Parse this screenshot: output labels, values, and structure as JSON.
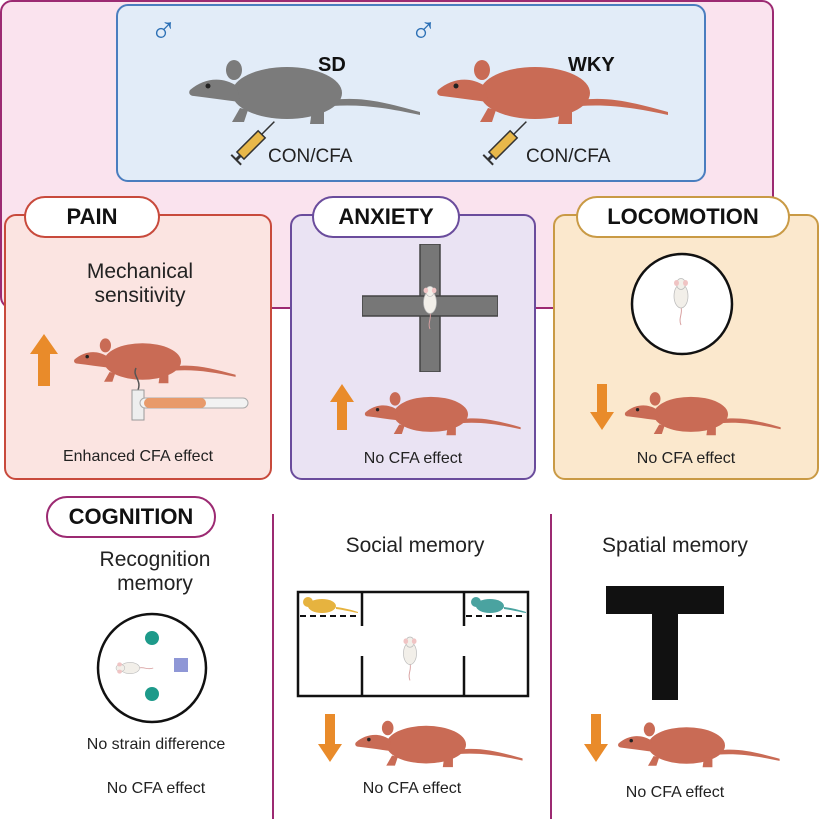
{
  "top": {
    "sd": {
      "strain": "SD",
      "sex_symbol": "♂",
      "treatment": "CON/CFA"
    },
    "wky": {
      "strain": "WKY",
      "sex_symbol": "♂",
      "treatment": "CON/CFA"
    }
  },
  "pain": {
    "label": "PAIN",
    "title": "Mechanical sensitivity",
    "result": "Enhanced CFA effect",
    "arrow": "up"
  },
  "anxiety": {
    "label": "ANXIETY",
    "result": "No CFA effect",
    "arrow": "up"
  },
  "locomotion": {
    "label": "LOCOMOTION",
    "result": "No CFA effect",
    "arrow": "down"
  },
  "cognition": {
    "label": "COGNITION",
    "recognition": {
      "title": "Recognition memory",
      "strain_note": "No strain difference",
      "result": "No CFA effect"
    },
    "social": {
      "title": "Social memory",
      "result": "No CFA effect",
      "arrow": "down"
    },
    "spatial": {
      "title": "Spatial memory",
      "result": "No CFA effect",
      "arrow": "down"
    }
  },
  "colors": {
    "sd_rat": "#7b7b7b",
    "wky_rat": "#c96b55",
    "arrow": "#e98b2a",
    "male": "#2b6fb5"
  }
}
